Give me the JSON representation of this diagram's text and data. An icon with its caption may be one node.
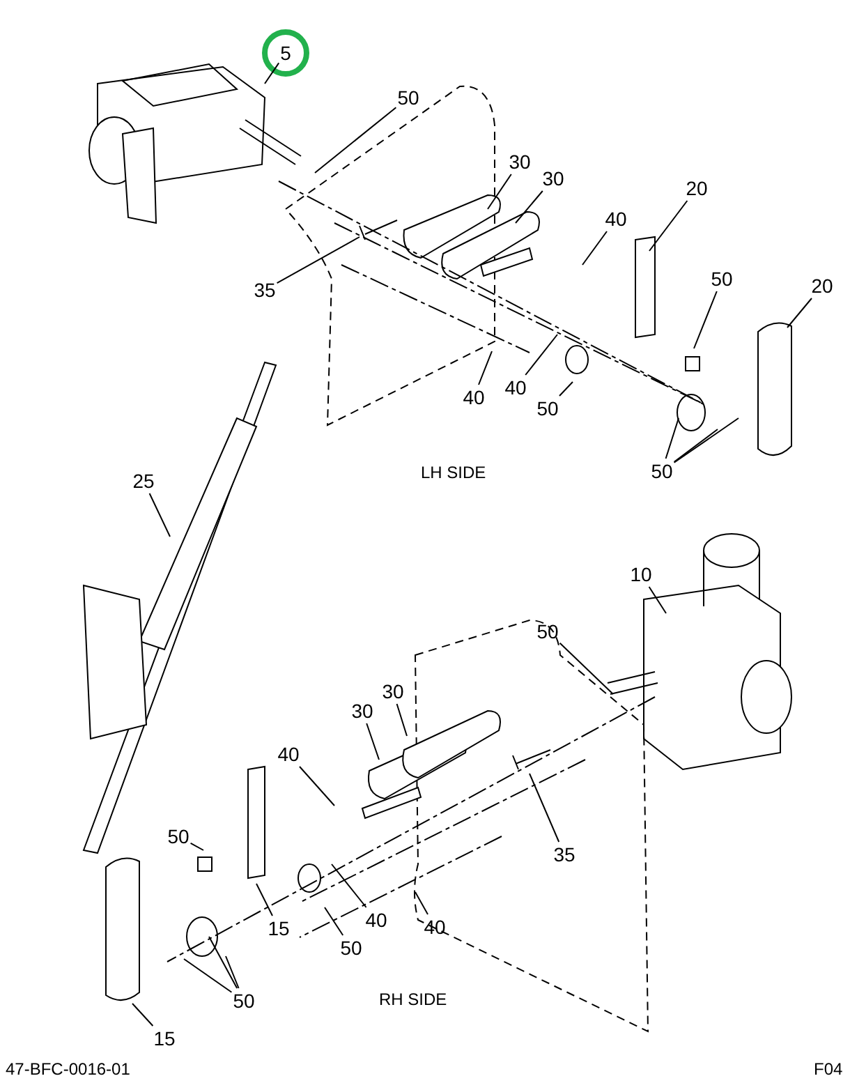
{
  "diagram": {
    "nodes": [
      {
        "text": [
          "5"
        ]
      },
      {
        "text": [
          "50"
        ]
      },
      {
        "text": [
          "30"
        ]
      },
      {
        "text": [
          "30"
        ]
      },
      {
        "text": [
          "20"
        ]
      },
      {
        "text": [
          "40"
        ]
      },
      {
        "text": [
          "50"
        ]
      },
      {
        "text": [
          "20"
        ]
      },
      {
        "text": [
          "35"
        ]
      },
      {
        "text": [
          "40"
        ]
      },
      {
        "text": [
          "40"
        ]
      },
      {
        "text": [
          "50"
        ]
      },
      {
        "text": [
          "50"
        ]
      },
      {
        "text": [
          "25"
        ]
      },
      {
        "text": [
          "10"
        ]
      },
      {
        "text": [
          "50"
        ]
      },
      {
        "text": [
          "30"
        ]
      },
      {
        "text": [
          "30"
        ]
      },
      {
        "text": [
          "40"
        ]
      },
      {
        "text": [
          "50"
        ]
      },
      {
        "text": [
          "35"
        ]
      },
      {
        "text": [
          "15"
        ]
      },
      {
        "text": [
          "50"
        ]
      },
      {
        "text": [
          "40"
        ]
      },
      {
        "text": [
          "40"
        ]
      },
      {
        "text": [
          "50"
        ]
      },
      {
        "text": [
          "15"
        ]
      }
    ],
    "edges": [
      {
        "from": 0,
        "to": null,
        "arrow": "none"
      },
      {
        "from": 1,
        "to": null,
        "arrow": "none"
      },
      {
        "from": 2,
        "to": null,
        "arrow": "none"
      },
      {
        "from": 3,
        "to": null,
        "arrow": "none"
      },
      {
        "from": 4,
        "to": null,
        "arrow": "none"
      },
      {
        "from": 5,
        "to": null,
        "arrow": "none"
      },
      {
        "from": 6,
        "to": null,
        "arrow": "none"
      },
      {
        "from": 7,
        "to": null,
        "arrow": "none"
      },
      {
        "from": 8,
        "to": null,
        "arrow": "none"
      },
      {
        "from": 9,
        "to": null,
        "arrow": "none"
      },
      {
        "from": 10,
        "to": null,
        "arrow": "none"
      },
      {
        "from": 11,
        "to": null,
        "arrow": "none"
      },
      {
        "from": 12,
        "to": null,
        "arrow": "none"
      },
      {
        "from": 12,
        "to": null,
        "arrow": "none"
      },
      {
        "from": 12,
        "to": null,
        "arrow": "none"
      },
      {
        "from": 13,
        "to": null,
        "arrow": "none"
      },
      {
        "from": 14,
        "to": null,
        "arrow": "none"
      },
      {
        "from": 15,
        "to": null,
        "arrow": "none"
      },
      {
        "from": 16,
        "to": null,
        "arrow": "none"
      },
      {
        "from": 17,
        "to": null,
        "arrow": "none"
      },
      {
        "from": 18,
        "to": null,
        "arrow": "none"
      },
      {
        "from": 19,
        "to": null,
        "arrow": "none"
      },
      {
        "from": 20,
        "to": null,
        "arrow": "none"
      },
      {
        "from": 21,
        "to": null,
        "arrow": "none"
      },
      {
        "from": 22,
        "to": null,
        "arrow": "none"
      },
      {
        "from": 23,
        "to": null,
        "arrow": "none"
      },
      {
        "from": 24,
        "to": null,
        "arrow": "none"
      },
      {
        "from": 25,
        "to": null,
        "arrow": "none"
      },
      {
        "from": 25,
        "to": null,
        "arrow": "none"
      },
      {
        "from": 25,
        "to": null,
        "arrow": "none"
      },
      {
        "from": 26,
        "to": null,
        "arrow": "none"
      }
    ],
    "labels": [
      "LH SIDE",
      "RH SIDE",
      "47-BFC-0016-01",
      "F04"
    ]
  }
}
